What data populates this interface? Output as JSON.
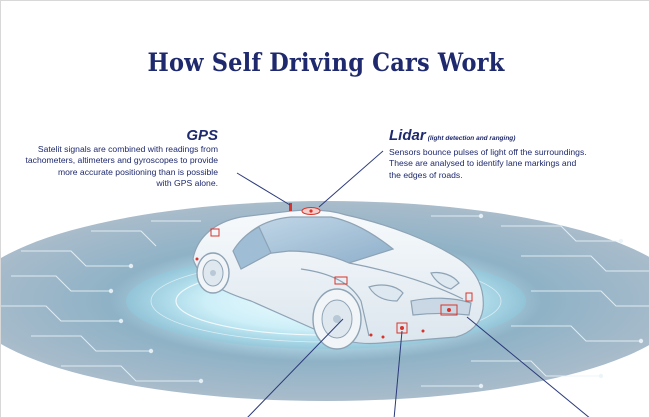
{
  "title": "How Self Driving Cars Work",
  "callouts": {
    "gps": {
      "heading": "GPS",
      "lines": [
        "Satelit signals are combined with readings from",
        "tachometers, altimeters and gyroscopes to provide",
        "more accurate positioning than is possible",
        "with GPS alone."
      ]
    },
    "lidar": {
      "heading": "Lidar",
      "subheading": "(light detection and ranging)",
      "lines": [
        "Sensors bounce pulses of light off the surroundings.",
        "These are analysed to identify lane markings and",
        "the edges of roads."
      ]
    }
  },
  "colors": {
    "heading_navy": "#1f2a6e",
    "leader_line": "#2b3a7a",
    "sensor_red": "#d9342b",
    "disc_outer": "#9fb4c4",
    "disc_inner": "#d6f1f8",
    "car_body": "#eef3f7",
    "car_window": "#a9c5dc"
  }
}
